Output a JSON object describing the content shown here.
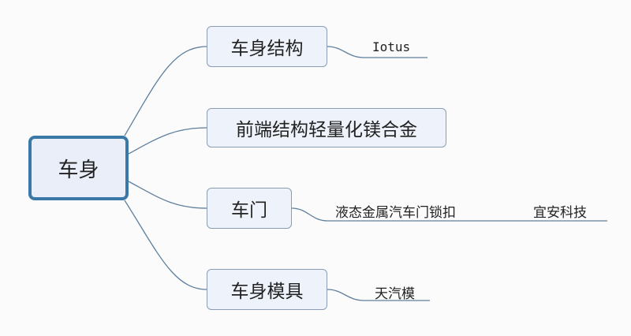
{
  "root": {
    "label": "车身"
  },
  "branches": [
    {
      "label": "车身结构",
      "leaves": [
        "Iotus"
      ]
    },
    {
      "label": "前端结构轻量化镁合金",
      "leaves": []
    },
    {
      "label": "车门",
      "leaves": [
        "液态金属汽车门锁扣",
        "宜安科技"
      ]
    },
    {
      "label": "车身模具",
      "leaves": [
        "天汽模"
      ]
    }
  ],
  "colors": {
    "line": "#5f7f9c",
    "root_border": "#3a78a8",
    "node_fill": "#eef2fa"
  }
}
